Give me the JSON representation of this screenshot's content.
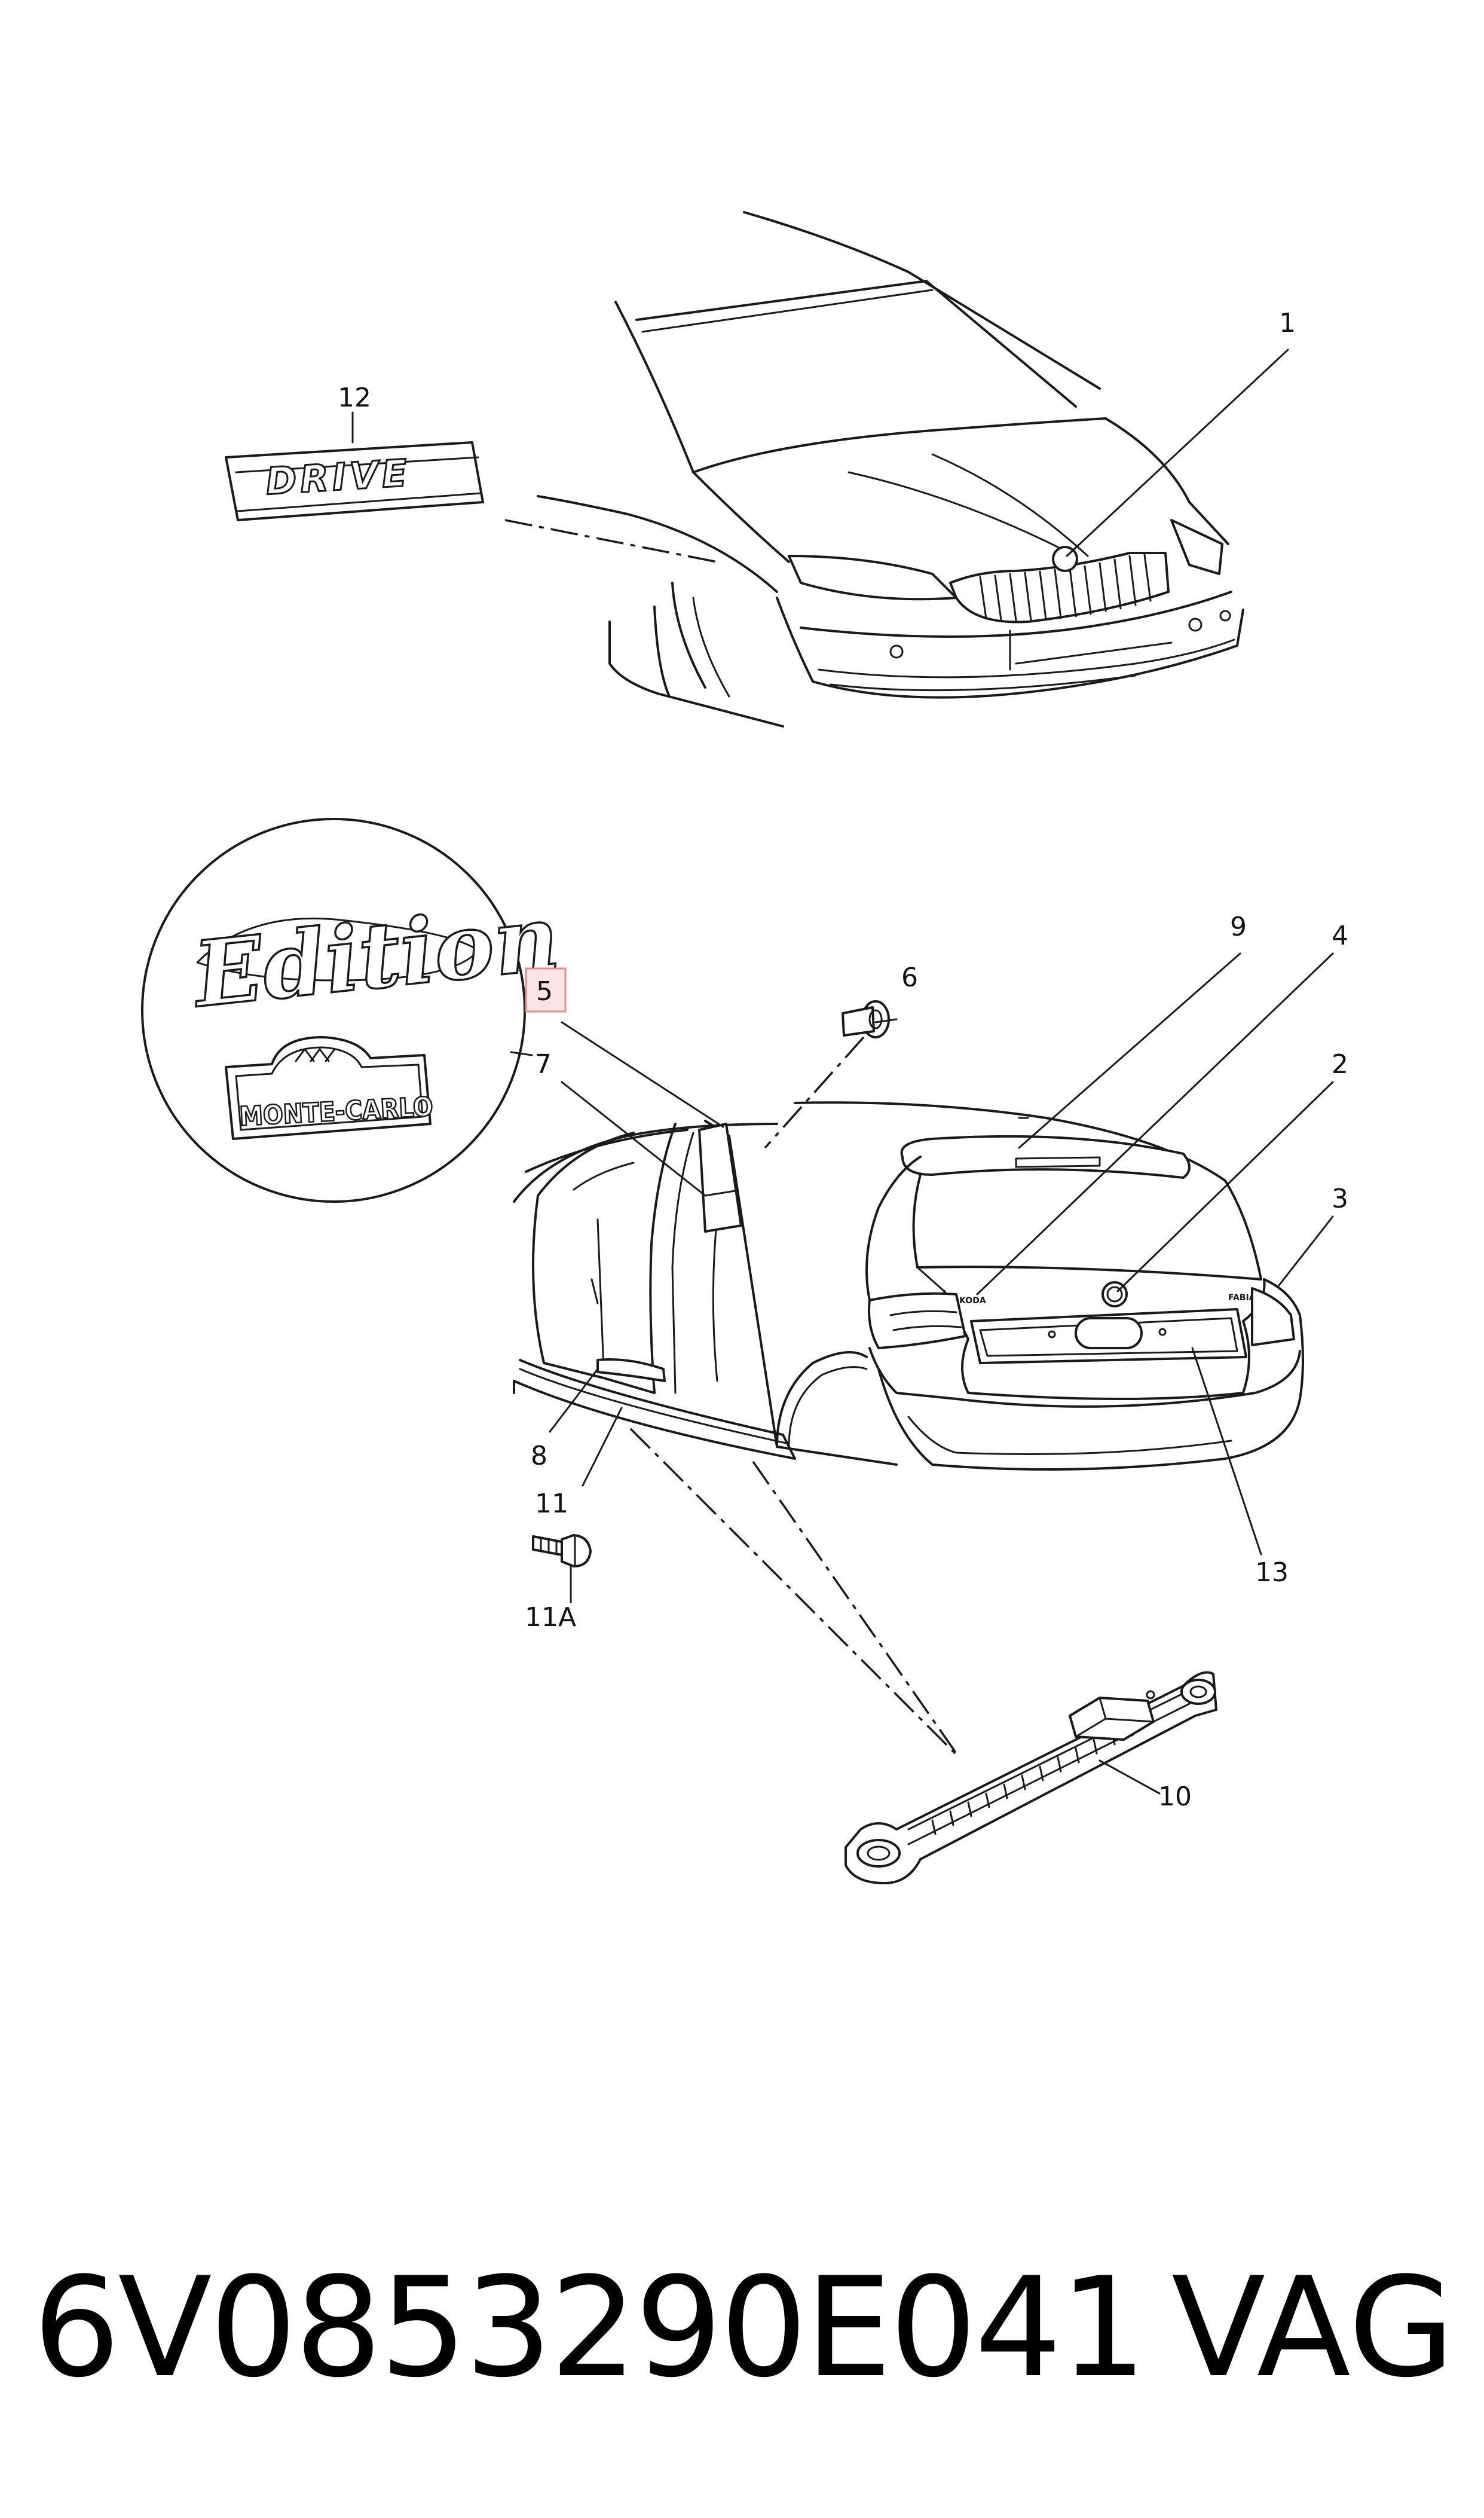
{
  "callouts": [
    {
      "id": "c1",
      "text": "1"
    },
    {
      "id": "c2",
      "text": "2"
    },
    {
      "id": "c3",
      "text": "3"
    },
    {
      "id": "c4",
      "text": "4"
    },
    {
      "id": "c5",
      "text": "5"
    },
    {
      "id": "c6",
      "text": "6"
    },
    {
      "id": "c7",
      "text": "7"
    },
    {
      "id": "c8",
      "text": "8"
    },
    {
      "id": "c9",
      "text": "9"
    },
    {
      "id": "c10",
      "text": "10"
    },
    {
      "id": "c11",
      "text": "11"
    },
    {
      "id": "c11a",
      "text": "11A"
    },
    {
      "id": "c12",
      "text": "12"
    },
    {
      "id": "c13",
      "text": "13"
    }
  ],
  "highlighted_callout": "5",
  "badges": {
    "drive": "DRIVE",
    "edition": "Edition",
    "monte_carlo": "MONTE-CARLO",
    "skoda_script": "ŠKODA",
    "fabia_script": "FABIA"
  },
  "footer": {
    "part_number": "6V0853290E041",
    "brand": "VAG"
  },
  "colors": {
    "line": "#1a1a1a",
    "highlight_box": "#e88a8a",
    "background": "#ffffff"
  }
}
